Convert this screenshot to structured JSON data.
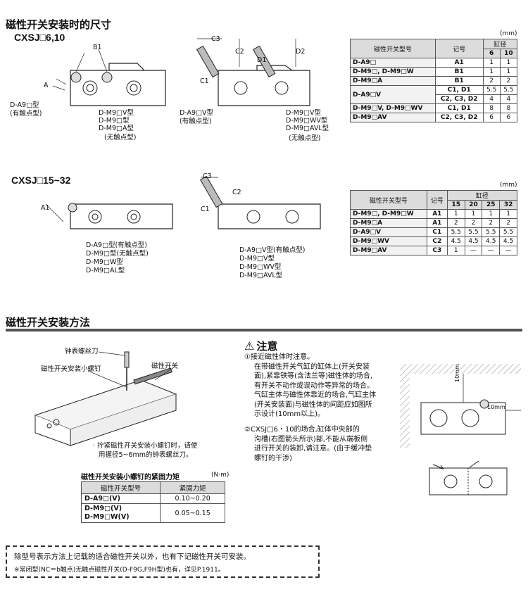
{
  "section1": {
    "title": "磁性开关安装时的尺寸",
    "sub1": "CXSJ□6,10",
    "sub2": "CXSJ□15~32"
  },
  "diagram1": {
    "dim_b1": "B1",
    "dim_a": "A",
    "label_a9": "D-A9□型",
    "label_a9_note": "(有触点型)",
    "label_m9_1": "D-M9□V型",
    "label_m9_2": "D-M9□型",
    "label_m9_3": "D-M9□A型",
    "label_m9_note": "(无触点型)"
  },
  "diagram2": {
    "dim_c3": "C3",
    "dim_c2": "C2",
    "dim_d1": "D1",
    "dim_d2": "D2",
    "dim_c1": "C1",
    "label_a9v": "D-A9□V型",
    "label_a9v_note": "(有触点型)",
    "label_m9_1": "D-M9□V型",
    "label_m9_2": "D-M9□WV型",
    "label_m9_3": "D-M9□AVL型",
    "label_m9_note": "(无触点型)"
  },
  "diagram3": {
    "dim_a1": "A1",
    "label_1": "D-A9□型(有触点型)",
    "label_2": "D-M9□型(无触点型)",
    "label_3": "D-M9□W型",
    "label_4": "D-M9□AL型"
  },
  "diagram4": {
    "dim_c3": "C3",
    "dim_c2": "C2",
    "dim_c1": "C1",
    "label_1": "D-A9□V型(有触点型)",
    "label_2": "D-M9□V型",
    "label_3": "D-M9□WV型",
    "label_4": "D-M9□AVL型"
  },
  "table1": {
    "unit": "(mm)",
    "h_model": "磁性开关型号",
    "h_code": "记号",
    "h_bore": "缸径",
    "bores": [
      "6",
      "10"
    ],
    "rows": [
      {
        "model": "D-A9□",
        "code": "A1",
        "v": [
          "1",
          "1"
        ]
      },
      {
        "model": "D-M9□, D-M9□W",
        "code": "B1",
        "v": [
          "1",
          "1"
        ]
      },
      {
        "model": "D-M9□A",
        "code": "B1",
        "v": [
          "2",
          "2"
        ]
      },
      {
        "model": "D-A9□V",
        "code": "C1, D1",
        "v": [
          "5.5",
          "5.5"
        ]
      },
      {
        "model": "",
        "code": "C2, C3, D2",
        "v": [
          "4",
          "4"
        ]
      },
      {
        "model": "D-M9□V, D-M9□WV",
        "code": "C1, D1",
        "v": [
          "8",
          "8"
        ]
      },
      {
        "model": "D-M9□AV",
        "code": "C2, C3, D2",
        "v": [
          "6",
          "6"
        ]
      }
    ]
  },
  "table2": {
    "unit": "(mm)",
    "h_model": "磁性开关型号",
    "h_code": "记号",
    "h_bore": "缸径",
    "bores": [
      "15",
      "20",
      "25",
      "32"
    ],
    "rows": [
      {
        "model": "D-M9□, D-M9□W",
        "code": "A1",
        "v": [
          "1",
          "1",
          "1",
          "1"
        ]
      },
      {
        "model": "D-M9□A",
        "code": "A1",
        "v": [
          "2",
          "2",
          "2",
          "2"
        ]
      },
      {
        "model": "D-A9□V",
        "code": "C1",
        "v": [
          "5.5",
          "5.5",
          "5.5",
          "5.5"
        ]
      },
      {
        "model": "D-M9□WV",
        "code": "C2",
        "v": [
          "4.5",
          "4.5",
          "4.5",
          "4.5"
        ]
      },
      {
        "model": "D-M9□AV",
        "code": "C3",
        "v": [
          "1",
          "—",
          "—",
          "—"
        ]
      }
    ]
  },
  "section2": {
    "title": "磁性开关安装方法",
    "label_driver": "钟表螺丝刀",
    "label_screw": "磁性开关安装小螺钉",
    "label_switch": "磁性开关",
    "bullet_1": "· 拧紧磁性开关安装小螺钉时，请使",
    "bullet_2": "用握径5~6mm的钟表螺丝刀。",
    "torque_title": "磁性开关安装小螺钉的紧固力矩",
    "torque_unit": "(N·m)",
    "torque_h1": "磁性开关型号",
    "torque_h2": "紧固力矩",
    "torque_r1_model": "D-A9□(V)",
    "torque_r1_val": "0.10~0.20",
    "torque_r2_model1": "D-M9□(V)",
    "torque_r2_model2": "D-M9□W(V)",
    "torque_r2_val": "0.05~0.15"
  },
  "caution": {
    "title": "注意",
    "p1_head": "①接近磁性体时注意。",
    "p1_lines": [
      "在带磁性开关气缸的缸体上(开关安装",
      "面),紧靠铁等(含法兰等)磁性体的场合,",
      "有开关不动作或误动作等异常的场合。",
      "气缸主体与磁性体靠近的场合,气缸主体",
      "(开关安装面)与磁性体的间距应如图所",
      "示设计(10mm以上)。"
    ],
    "p2_lines": [
      "②CXSJ□6・10的场合,缸体中央部的",
      "沟槽(右图箭头所示)部,不能从端板侧",
      "进行开关的装卸,请注意。(由于缓冲垫",
      "螺钉的干涉)"
    ],
    "dim_10mm_v": "10mm",
    "dim_10mm_h": "10mm"
  },
  "note": {
    "line1": "除型号表示方法上记载的适合磁性开关以外，也有下记磁性开关可安装。",
    "line2": "※常闭型(NC＝b触点)无触点磁性开关(D-F9G,F9H型)也有，详见P.1911。"
  }
}
